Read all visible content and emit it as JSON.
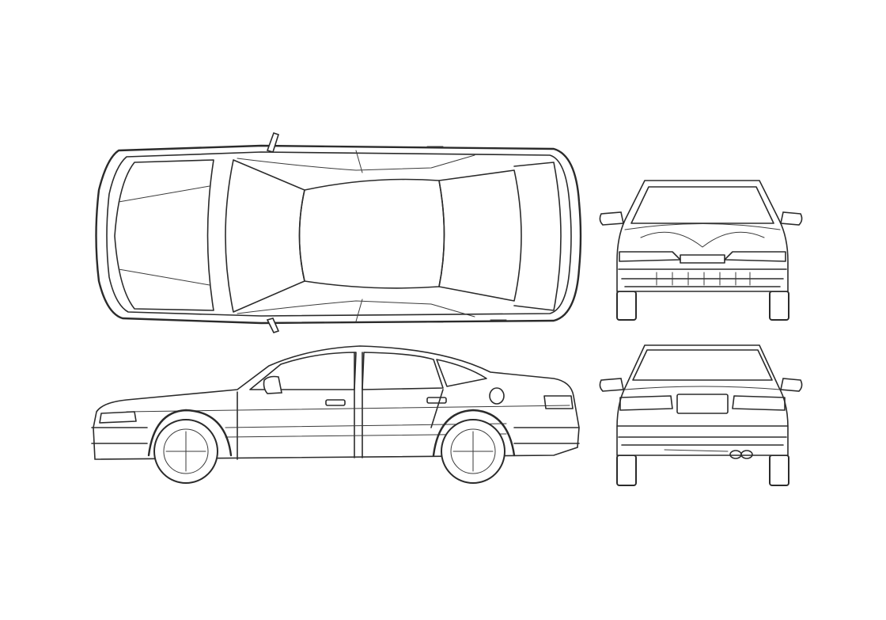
{
  "views": [
    "top",
    "front",
    "side",
    "rear"
  ],
  "colors": {
    "background": "#ffffff",
    "line": "#2b2b2b"
  }
}
